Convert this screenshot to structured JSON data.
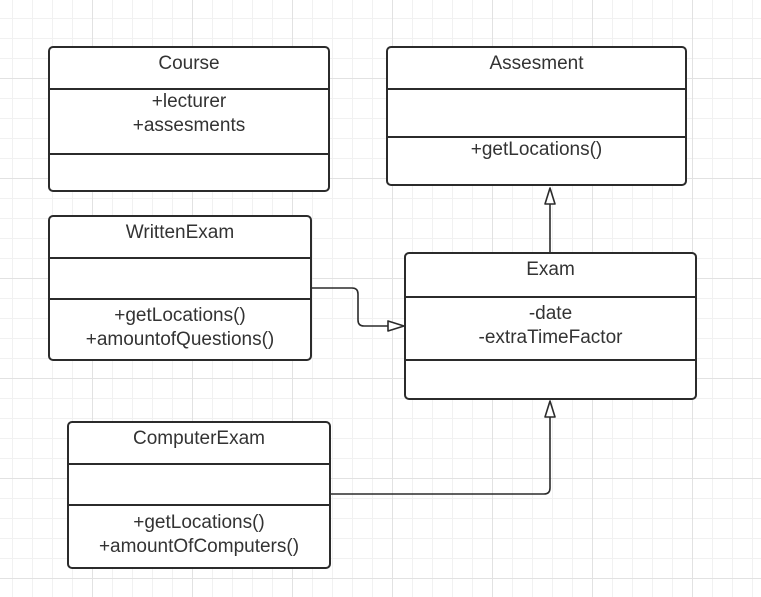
{
  "classes": {
    "course": {
      "name": "Course",
      "attributes": [
        "+lecturer",
        "+assesments"
      ],
      "methods": []
    },
    "assesment": {
      "name": "Assesment",
      "attributes": [],
      "methods": [
        "+getLocations()"
      ]
    },
    "written_exam": {
      "name": "WrittenExam",
      "attributes": [],
      "methods": [
        "+getLocations()",
        "+amountofQuestions()"
      ]
    },
    "exam": {
      "name": "Exam",
      "attributes": [
        "-date",
        "-extraTimeFactor"
      ],
      "methods": []
    },
    "computer_exam": {
      "name": "ComputerExam",
      "attributes": [],
      "methods": [
        "+getLocations()",
        "+amountOfComputers()"
      ]
    }
  },
  "relations": [
    {
      "from": "Exam",
      "to": "Assesment",
      "kind": "generalization"
    },
    {
      "from": "WrittenExam",
      "to": "Exam",
      "kind": "generalization"
    },
    {
      "from": "ComputerExam",
      "to": "Exam",
      "kind": "generalization"
    }
  ],
  "colors": {
    "line": "#2b2b2b",
    "text": "#333333",
    "grid": "#e2e2e2",
    "background": "#ffffff"
  }
}
